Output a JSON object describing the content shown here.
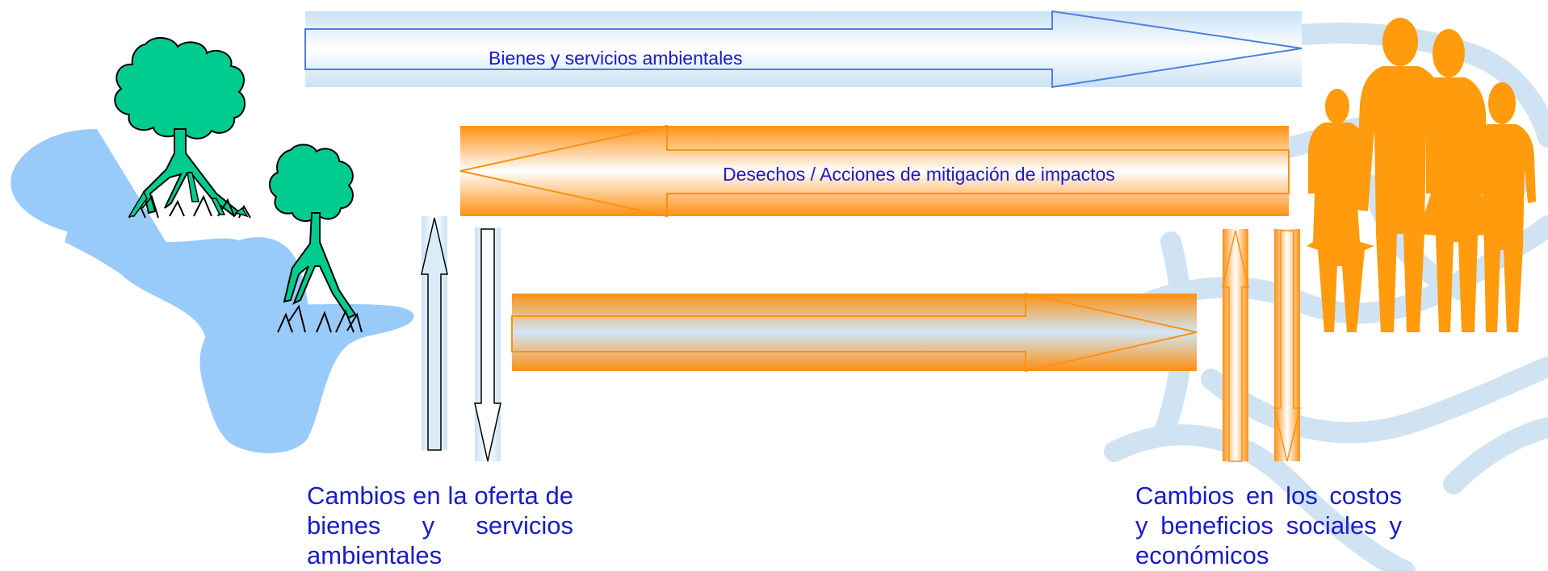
{
  "flows": {
    "services": "Bienes y servicios ambientales",
    "waste": "Desechos / Acciones de mitigación de impactos"
  },
  "captions": {
    "left": "Cambios en la oferta de bienes y servicios ambientales",
    "right": "Cambios en los costos y beneficios sociales y económicos"
  },
  "icons": {
    "ecosystem": "mangrove-trees-icon",
    "society": "family-silhouette-icon"
  },
  "colors": {
    "blue_flow": "#cfe6f6",
    "orange_flow": "#ff9a1a",
    "water": "#99cbfa",
    "tree": "#00cc8f",
    "people": "#ff9b0c",
    "text": "#1a1acc"
  }
}
